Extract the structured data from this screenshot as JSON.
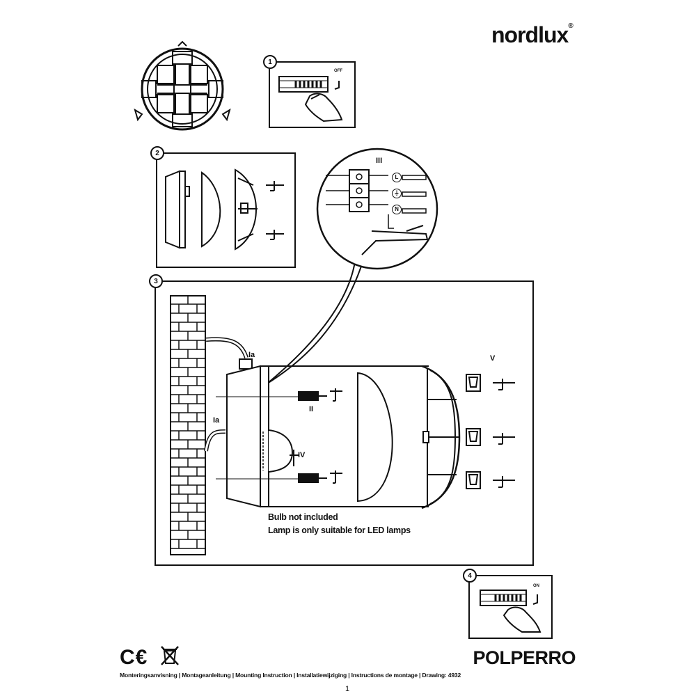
{
  "brand": {
    "logo_text": "nordlux",
    "logo_mark": "®"
  },
  "steps": [
    {
      "number": "1",
      "switch_label": "OFF"
    },
    {
      "number": "2"
    },
    {
      "number": "3"
    },
    {
      "number": "4",
      "switch_label": "ON"
    }
  ],
  "callouts": {
    "wiring_detail": "III",
    "screws": "II",
    "cable_entry_top": "Ia",
    "cable_entry_side": "Ia",
    "bulb": "IV",
    "cover_screws": "V"
  },
  "terminals": [
    "L",
    "⏚",
    "N"
  ],
  "notes": {
    "bulb": "Bulb not included",
    "led": "Lamp is only suitable for LED lamps"
  },
  "compliance_marks": "C€",
  "product_name": "POLPERRO",
  "footer_text": "Monteringsanvisning | Montageanleitung | Mounting Instruction | Installatiewijziging | Instructions de montage | Drawing: 4932",
  "page_number": "1"
}
